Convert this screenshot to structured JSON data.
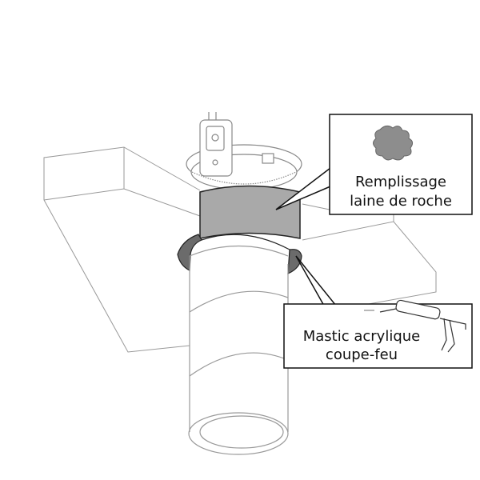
{
  "callouts": {
    "rock_wool": {
      "line1": "Remplissage",
      "line2": "laine de roche"
    },
    "mastic": {
      "line1": "Mastic acrylique",
      "line2": "coupe-feu"
    }
  },
  "colors": {
    "outline": "#888888",
    "rock_wool_fill": "#a9a9a9",
    "mastic_fill": "#6b6b6b",
    "box_stroke": "#111111"
  }
}
